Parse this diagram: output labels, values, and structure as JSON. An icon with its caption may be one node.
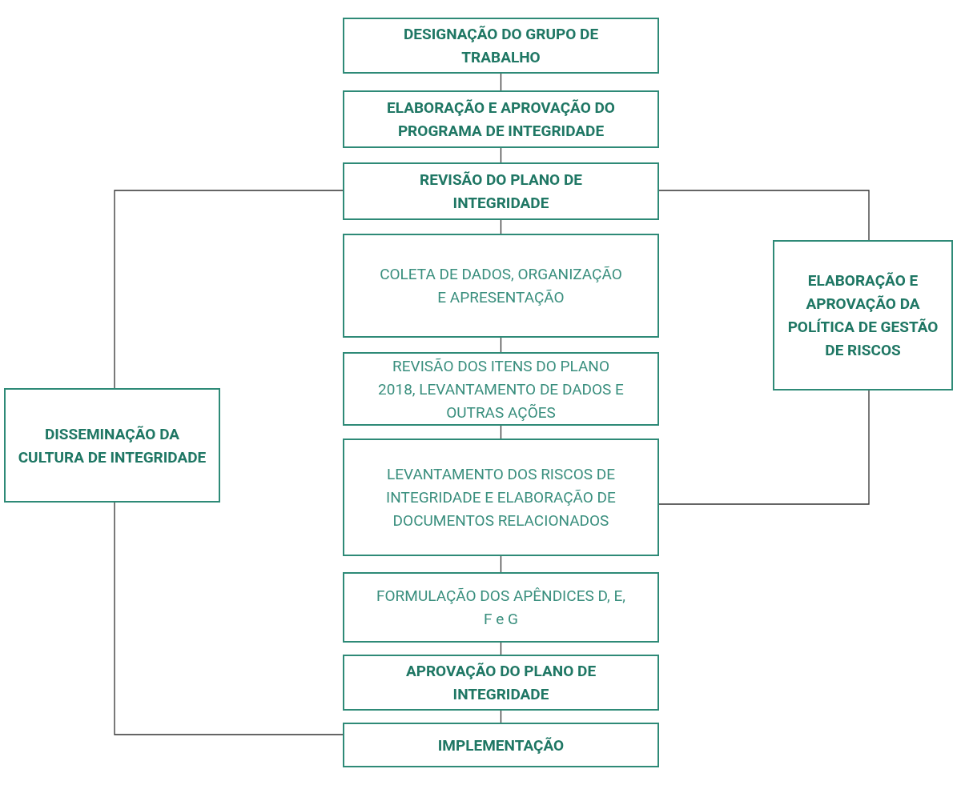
{
  "diagram": {
    "nodes": [
      {
        "text": [
          "DESIGNAÇÃO DO GRUPO DE TRABALHO"
        ]
      },
      {
        "text": [
          "ELABORAÇÃO E APROVAÇÃO DO PROGRAMA DE INTEGRIDADE"
        ]
      },
      {
        "text": [
          "REVISÃO DO PLANO DE INTEGRIDADE"
        ]
      },
      {
        "text": [
          "COLETA DE DADOS, ORGANIZAÇÃO E APRESENTAÇÃO"
        ]
      },
      {
        "text": [
          "REVISÃO DOS ITENS DO PLANO 2018, LEVANTAMENTO DE DADOS E OUTRAS AÇÕES"
        ]
      },
      {
        "text": [
          "LEVANTAMENTO DOS RISCOS DE INTEGRIDADE E ELABORAÇÃO DE DOCUMENTOS RELACIONADOS"
        ]
      },
      {
        "text": [
          "FORMULAÇÃO DOS APÊNDICES D, E, F e G"
        ]
      },
      {
        "text": [
          "APROVAÇÃO DO PLANO DE INTEGRIDADE"
        ]
      },
      {
        "text": [
          "IMPLEMENTAÇÃO"
        ]
      },
      {
        "text": [
          "DISSEMINAÇÃO DA CULTURA DE INTEGRIDADE"
        ]
      },
      {
        "text": [
          "ELABORAÇÃO E APROVAÇÃO DA POLÍTICA DE GESTÃO DE RISCOS"
        ]
      }
    ],
    "edges": [
      {
        "from": 0,
        "to": 1,
        "arrow": "none"
      },
      {
        "from": 1,
        "to": 2,
        "arrow": "none"
      },
      {
        "from": 2,
        "to": 3,
        "arrow": "none"
      },
      {
        "from": 3,
        "to": 4,
        "arrow": "none"
      },
      {
        "from": 4,
        "to": 5,
        "arrow": "none"
      },
      {
        "from": 5,
        "to": 6,
        "arrow": "none"
      },
      {
        "from": 6,
        "to": 7,
        "arrow": "none"
      },
      {
        "from": 7,
        "to": 8,
        "arrow": "none"
      },
      {
        "from": 2,
        "to": 9,
        "arrow": "none"
      },
      {
        "from": 2,
        "to": 10,
        "arrow": "none"
      },
      {
        "from": 10,
        "to": 5,
        "arrow": "none"
      },
      {
        "from": 9,
        "to": 8,
        "arrow": "none"
      }
    ]
  }
}
